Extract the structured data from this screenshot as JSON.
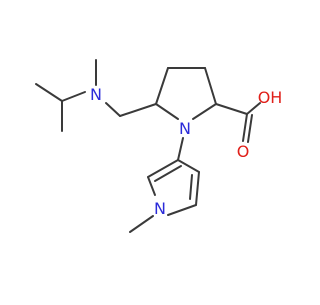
{
  "molecule": {
    "atoms": {
      "amine_n": "N",
      "ring_n": "N",
      "pyrrole_n": "N",
      "acid_oh": "OH",
      "acid_o": "O"
    },
    "colors": {
      "bond": "#3a3a3a",
      "nitrogen": "#2b2bd9",
      "oxygen": "#e0201a"
    }
  }
}
